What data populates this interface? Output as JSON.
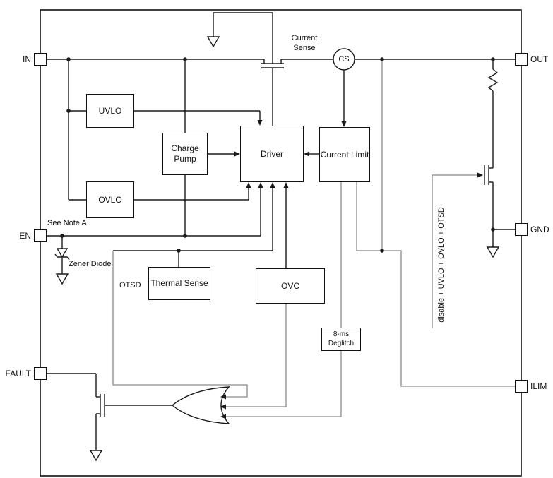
{
  "figure": {
    "pins": {
      "in": "IN",
      "en": "EN",
      "fault": "FAULT",
      "out": "OUT",
      "gnd": "GND",
      "ilim": "ILIM"
    },
    "blocks": {
      "uvlo": "UVLO",
      "ovlo": "OVLO",
      "charge_pump": "Charge Pump",
      "driver": "Driver",
      "current_limit": "Current Limit",
      "thermal_sense": "Thermal Sense",
      "ovc": "OVC",
      "deglitch": "8-ms Deglitch",
      "cs": "CS"
    },
    "annotations": {
      "current_sense": "Current Sense",
      "see_note": "See Note A",
      "zener_diode": "Zener Diode",
      "otsd": "OTSD",
      "disable_line": "disable + UVLO + OVLO + OTSD"
    },
    "colors": {
      "wire": "#1a1a1a",
      "wire_secondary": "#8a8a8a",
      "background": "#ffffff"
    }
  }
}
